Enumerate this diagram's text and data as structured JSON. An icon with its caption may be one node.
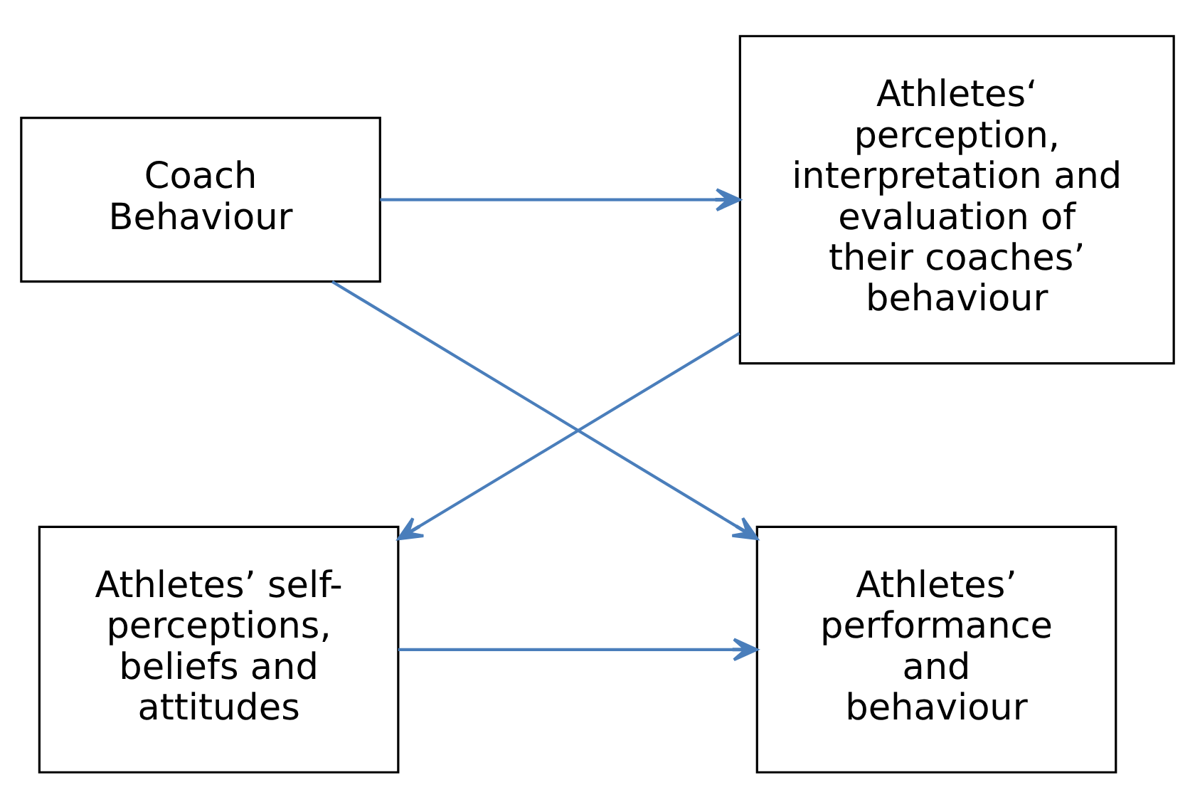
{
  "diagram": {
    "nodes": [
      {
        "text": [
          "Coach Behaviour"
        ]
      },
      {
        "text": [
          "Athletes‘ perception, interpretation and evaluation of their coaches’ behaviour"
        ]
      },
      {
        "text": [
          "Athletes’ performance and behaviour"
        ]
      },
      {
        "text": [
          "Athletes’ self-perceptions, beliefs and attitudes"
        ]
      }
    ],
    "edges": [
      {
        "from": 0,
        "to": 1,
        "arrow": "to"
      },
      {
        "from": 0,
        "to": 2,
        "arrow": "to"
      },
      {
        "from": 1,
        "to": 3,
        "arrow": "to"
      },
      {
        "from": 3,
        "to": 2,
        "arrow": "to"
      }
    ]
  }
}
